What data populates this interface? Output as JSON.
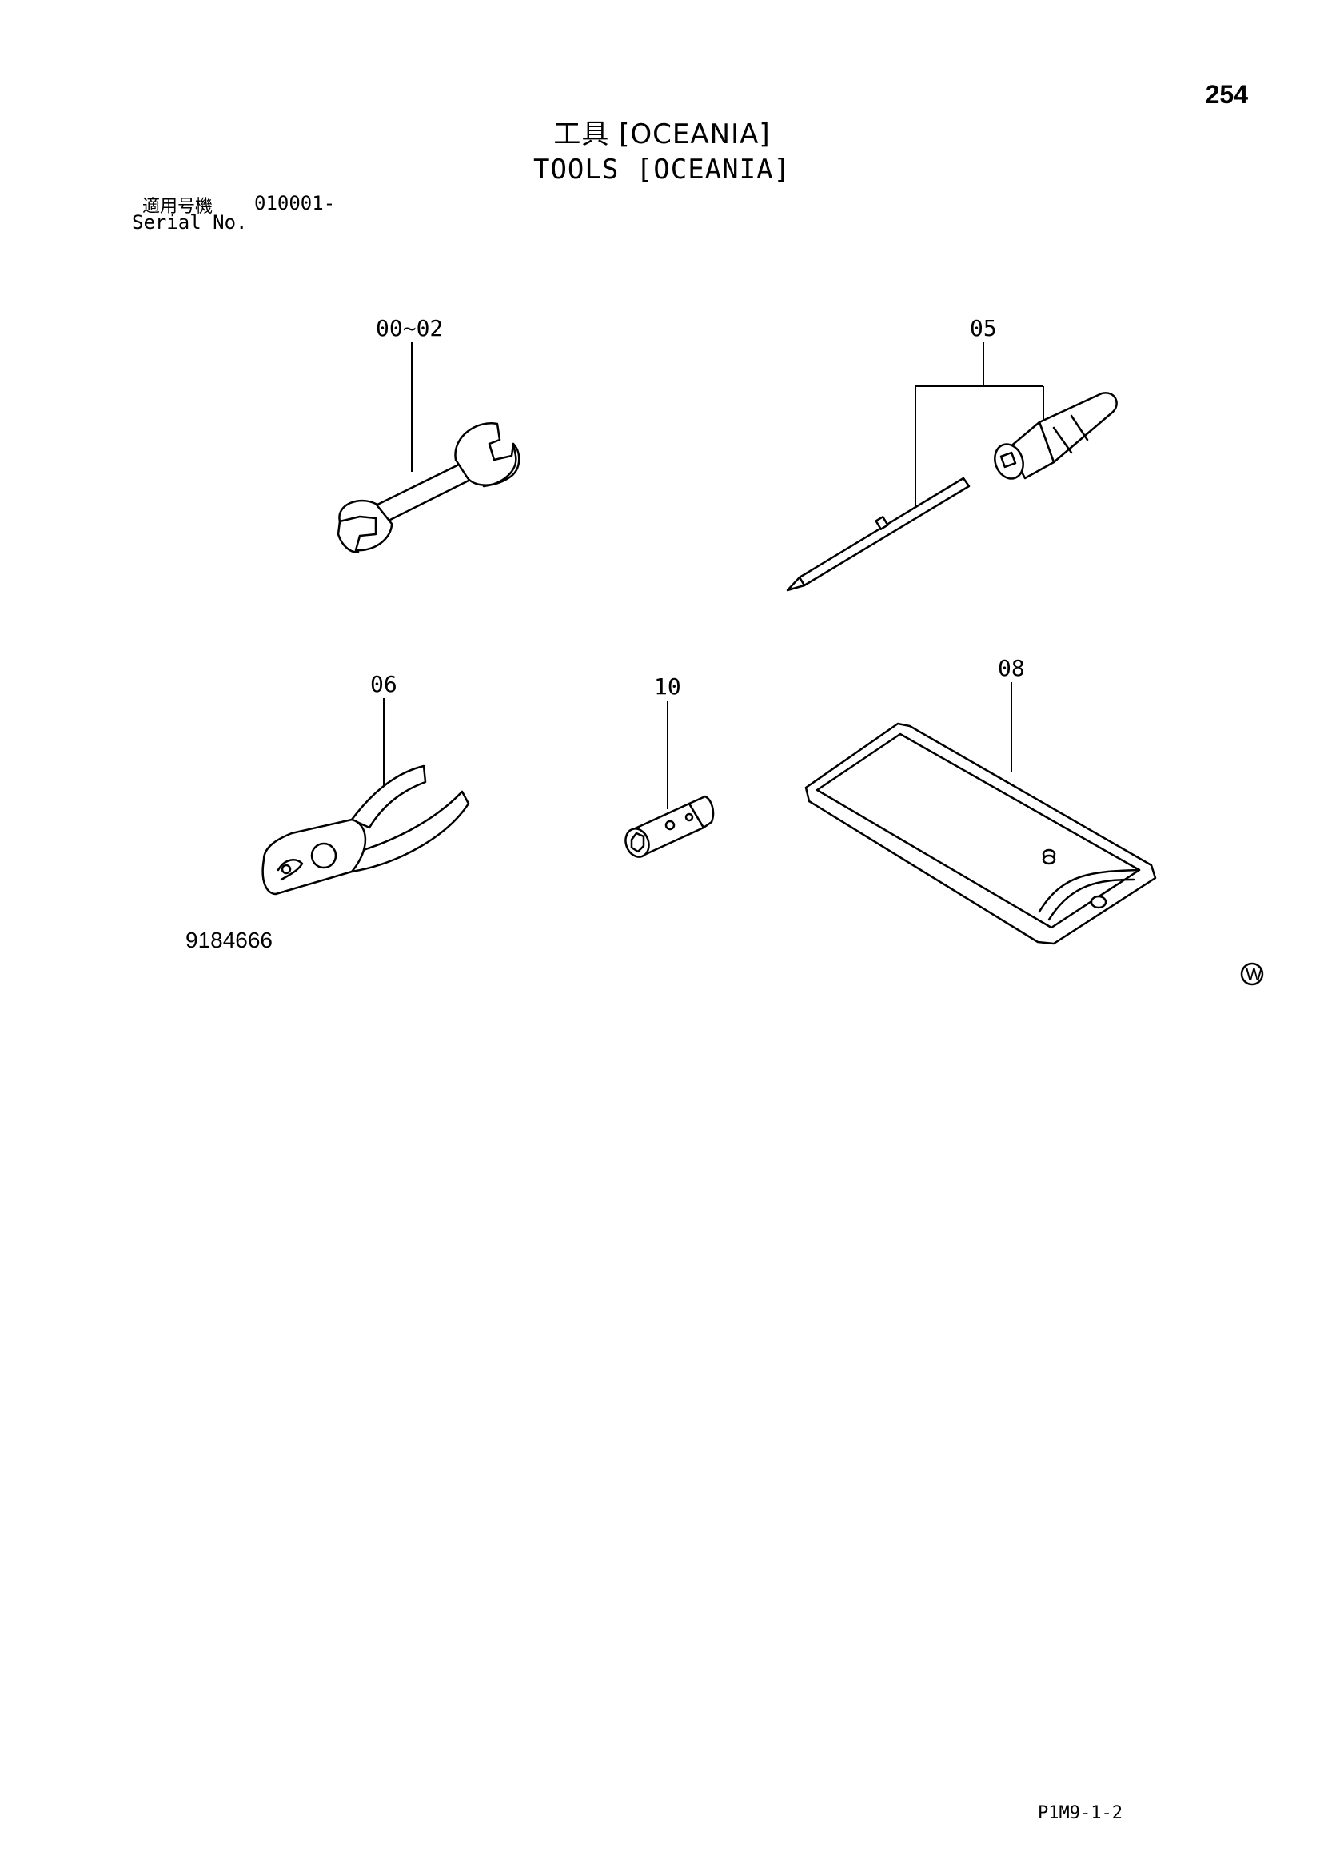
{
  "page_number": "254",
  "title_ja": "工具 [OCEANIA]",
  "title_en": "TOOLS [OCEANIA]",
  "serial": {
    "label_ja": "適用号機",
    "value": "010001-",
    "label_en": "Serial No."
  },
  "callouts": {
    "wrench": "00~02",
    "screwdriver": "05",
    "pliers": "06",
    "socket": "10",
    "tool_bag": "08"
  },
  "figure_id": "9184666",
  "footer_code": "P1M9-1-2",
  "mark": "W"
}
